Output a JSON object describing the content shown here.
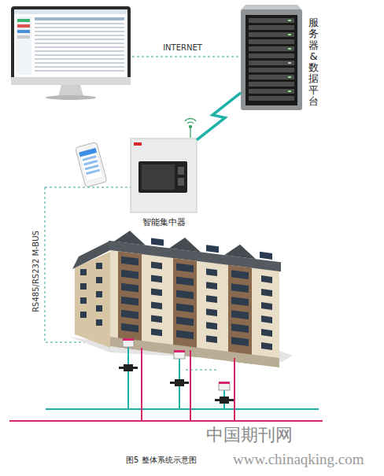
{
  "diagram": {
    "caption": "图5 整体系统示意图",
    "nodes": [
      {
        "text": [
          "服务器&数据平台"
        ]
      },
      {
        "text": [
          "智能集中器"
        ]
      }
    ],
    "edges": [
      {
        "from": 1,
        "to": 0,
        "arrow": "none"
      }
    ],
    "labels": [
      "INTERNET",
      "RS485/RS232 M-BUS",
      "中国期刊网",
      "www.chinaqking.com"
    ]
  }
}
